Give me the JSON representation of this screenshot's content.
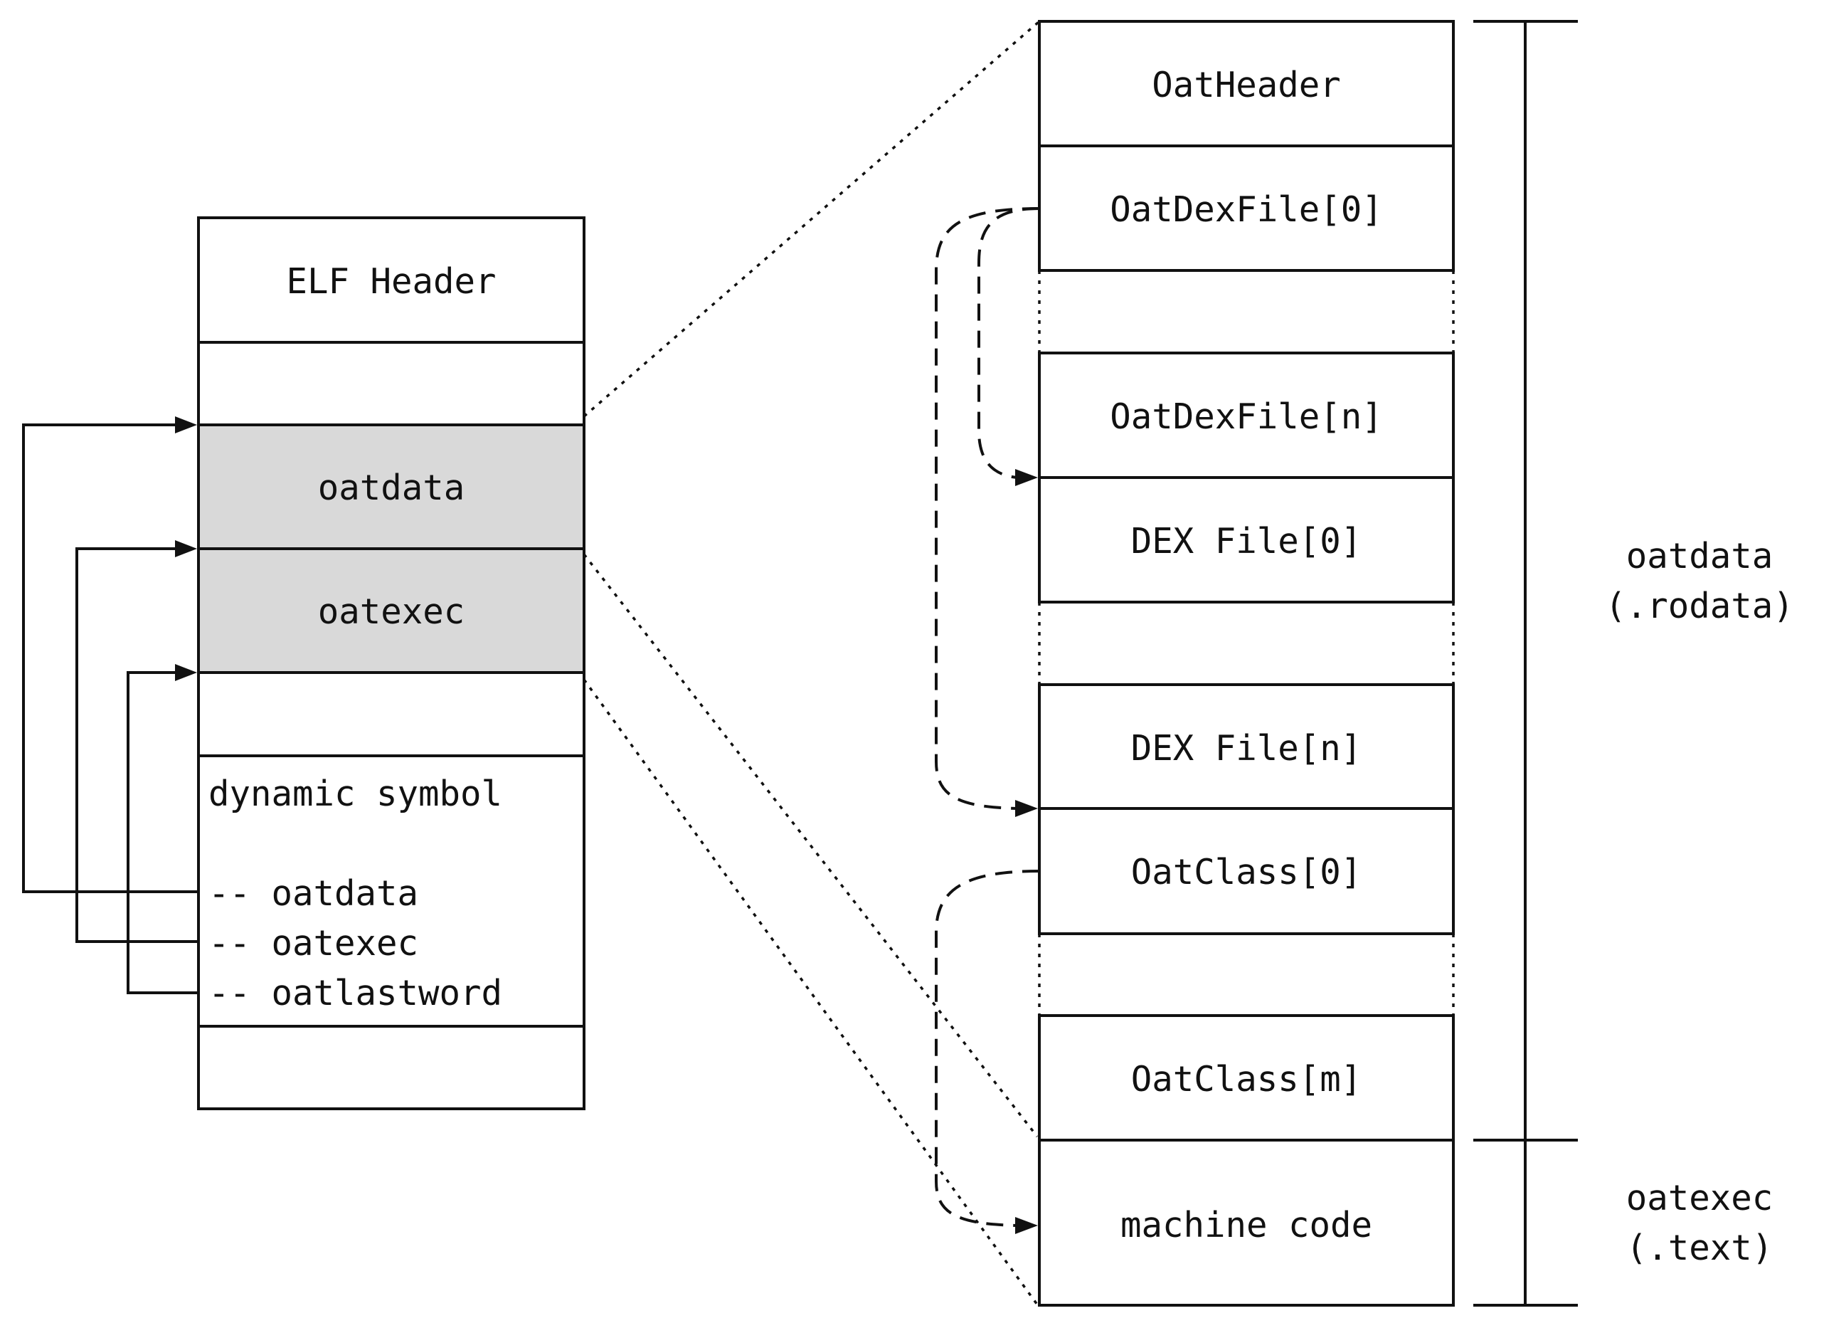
{
  "elf": {
    "header": "ELF Header",
    "oatdata": "oatdata",
    "oatexec": "oatexec",
    "dynamic_symbol": "dynamic symbol",
    "symbols": [
      "-- oatdata",
      "-- oatexec",
      "-- oatlastword"
    ]
  },
  "oat": {
    "blocks": [
      "OatHeader",
      "OatDexFile[0]",
      "OatDexFile[n]",
      "DEX File[0]",
      "DEX File[n]",
      "OatClass[0]",
      "OatClass[m]",
      "machine code"
    ]
  },
  "sections": {
    "rodata_name": "oatdata",
    "rodata_sub": "(.rodata)",
    "text_name": "oatexec",
    "text_sub": "(.text)"
  },
  "colors": {
    "stroke": "#111111",
    "shaded_fill": "#d9d9d9",
    "background": "#ffffff"
  }
}
